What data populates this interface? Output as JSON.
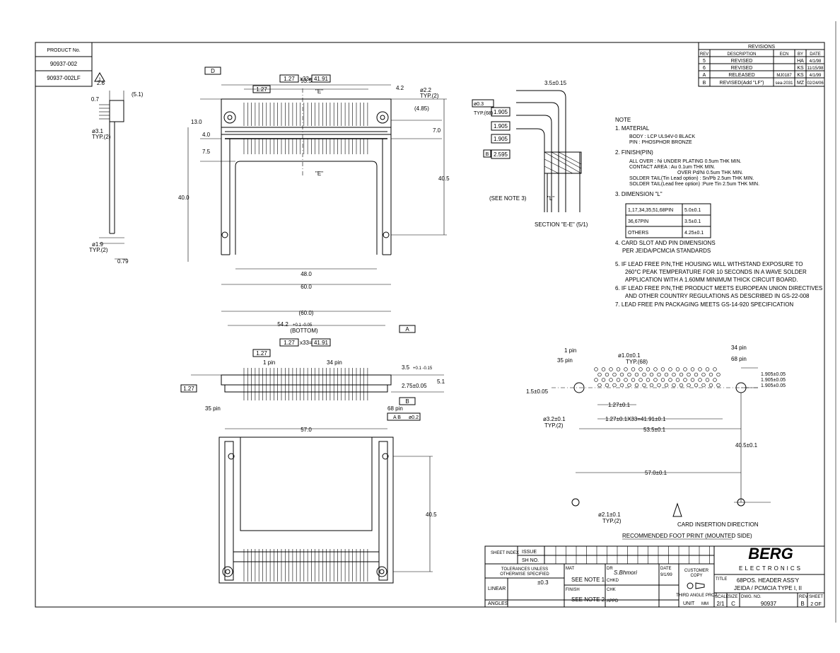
{
  "product": {
    "header": "PRODUCT No.",
    "numbers": [
      "90937-002",
      "90937-002LF"
    ],
    "lf_flag": "1"
  },
  "revisions": {
    "title": "REVISIONS",
    "headers": [
      "REV",
      "DESCRIPTION",
      "ECN",
      "BY",
      "DATE"
    ],
    "rows": [
      [
        "5",
        "REVISED",
        "",
        "HA",
        "4/1/98"
      ],
      [
        "6",
        "REVISED",
        "",
        "KS",
        "11/15/98"
      ],
      [
        "A",
        "RELEASED",
        "MJ0187",
        "KS",
        "4/1/99"
      ],
      [
        "B",
        "REVISED(Add \"LF\")",
        "sea-2031",
        "MZ",
        "02/24/06"
      ]
    ]
  },
  "notes": {
    "heading": "NOTE",
    "n1": "1. MATERIAL",
    "n1a": "BODY : LCP UL94V-0 BLACK",
    "n1b": "PIN : PHOSPHOR BRONZE",
    "n2": "2. FINISH(PIN)",
    "n2a": "ALL OVER : Ni UNDER PLATING 0.5um THK MIN.",
    "n2b": "CONTACT AREA : Au 0.1um THK MIN.",
    "n2c": "OVER Pd/Ni 0.5um THK MIN.",
    "n2d": "SOLDER TAIL(Tin Lead option) : Sn/Pb 2.5um THK MIN.",
    "n2e": "SOLDER TAIL(Lead free option) :Pure Tin 2.5um THK MIN.",
    "n3": "3. DIMENSION \"L\"",
    "dim_table": [
      [
        "1,17,34,35,51,68PIN",
        "5.0±0.1"
      ],
      [
        "36,67PIN",
        "3.5±0.1"
      ],
      [
        "OTHERS",
        "4.25±0.1"
      ]
    ],
    "n4": "4. CARD SLOT AND PIN DIMENSIONS",
    "n4b": "PER JEIDA/PCMCIA STANDARDS",
    "n5": "5. IF LEAD FREE P/N,THE HOUSING WILL WITHSTAND EXPOSURE TO",
    "n5b": "260°C PEAK TEMPERATURE FOR 10 SECONDS IN A WAVE SOLDER",
    "n5c": "APPLICATION WITH A 1.60MM MINIMUM THICK CIRCUIT BOARD.",
    "n6": "6. IF LEAD FREE P/N,THE PRODUCT MEETS EUROPEAN UNION DIRECTIVES",
    "n6b": "AND OTHER COUNTRY REGULATIONS AS DESCRIBED IN GS-22-008",
    "n7": "7. LEAD FREE P/N PACKAGING MEETS GS-14-920 SPECIFICATION"
  },
  "dims": {
    "d535": "53.5",
    "d127": "1.27",
    "x33": "x33=",
    "d4191": "41.91",
    "d42": "4.2",
    "d22": "ø2.2",
    "typ2": "TYP.(2)",
    "d485": "(4.85)",
    "d70": "7.0",
    "d130": "13.0",
    "d40": "4.0",
    "d75": "7.5",
    "d405": "40.5",
    "d400": "40.0",
    "d480": "48.0",
    "d600": "60.0",
    "E": "\"E\"",
    "D": "D",
    "d26": "2.6",
    "d51": "(5.1)",
    "d07": "0.7",
    "d31": "ø3.1",
    "d19": "ø1.9",
    "d079": "0.79",
    "c600": "(60.0)",
    "c542": "54.2",
    "c542tol": "+0.1 -0.05",
    "bottom": "(BOTTOM)",
    "A": "A",
    "B": "B",
    "pin1": "1 pin",
    "pin34": "34 pin",
    "pin35": "35 pin",
    "pin68": "68 pin",
    "d35": "3.5",
    "d35tol": "+0.1 -0.15",
    "d275": "2.75±0.05",
    "d51b": "5.1",
    "gtol": "ø0.2",
    "gref": "A B",
    "c570": "57.0",
    "c405": "40.5",
    "s0015": "3.5±0.15",
    "s1905": "1.905",
    "s2595": "2.595",
    "seeNote3": "(SEE NOTE 3)",
    "L": "\"L\"",
    "section": "SECTION \"E-E\" (5/1)",
    "ftol": "ø0.3",
    "p1": "1 pin",
    "p35": "35 pin",
    "p34": "34 pin",
    "p68": "68 pin",
    "h10": "ø1.0±0.1",
    "typ68": "TYP.(68)",
    "r1905": "1.905±0.05",
    "r15": "1.5±0.05",
    "r127": "1.27±0.1",
    "r4191": "1.27±0.1X33=41.91±0.1",
    "r535": "53.5±0.1",
    "r32": "ø3.2±0.1",
    "r405": "40.5±0.1",
    "r570": "57.0±0.1",
    "r21": "ø2.1±0.1",
    "insertion": "CARD INSERTION DIRECTION",
    "footprint": "RECOMMENDED FOOT PRINT (MOUNTED SIDE)"
  },
  "title_block": {
    "sheet_index": "SHEET INDEX",
    "issue": "ISSUE",
    "sh_no": "SH NO.",
    "tol1": "TOLERANCES UNLESS",
    "tol2": "OTHERWISE SPECIFIED",
    "tolv": "±0.3",
    "linear": "LINEAR",
    "angles": "ANGLES",
    "mat": "MAT",
    "see1": "SEE NOTE 1",
    "finish": "FINISH",
    "see2": "SEE NOTE 2",
    "dr": "DR",
    "chk": "CHK",
    "chkd": "CHKD",
    "appd": "APPD",
    "signature": "S.Bhmori",
    "date": "DATE",
    "date_val": "9/1/99",
    "customer": "CUSTOMER",
    "copy": "COPY",
    "third_angle": "THIRD ANGLE PROJ",
    "unit": "UNIT",
    "unit_val": "MM",
    "company": "BERG",
    "company2": "ELECTRONICS",
    "title_label": "TITLE",
    "title1": "68POS. HEADER ASS'Y",
    "title2": "JEIDA / PCMCIA TYPE I, II",
    "scale_label": "SCALE",
    "size_label": "SIZE",
    "dwg_label": "DWG. NO.",
    "rev_label": "REV",
    "sheet_label": "SHEET",
    "scale": "2/1",
    "size": "C",
    "dwg": "90937",
    "rev": "B",
    "sheet": "2 OF"
  }
}
